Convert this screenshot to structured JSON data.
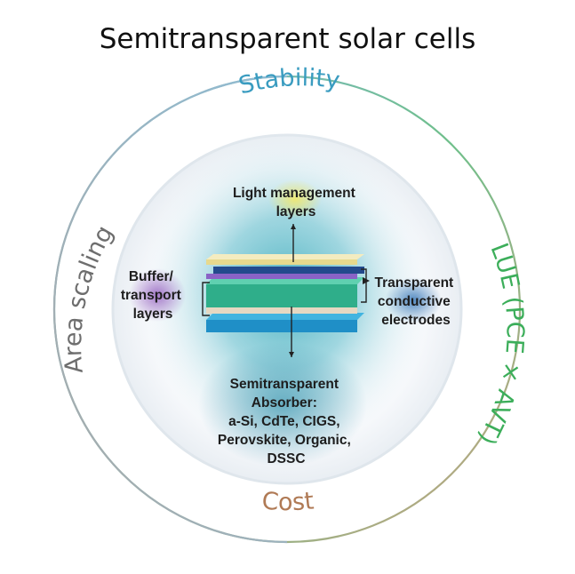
{
  "title": "Semitransparent solar cells",
  "outer_labels": {
    "stability": "Stability",
    "lue": "LUE (PCE × AVT)",
    "cost": "Cost",
    "area_scaling": "Area scaling"
  },
  "colors": {
    "stability": "#3a9cc0",
    "lue": "#3cae5a",
    "cost": "#b07a55",
    "area_scaling": "#6e6e6e"
  },
  "inner_labels": {
    "light_management": [
      "Light management",
      "layers"
    ],
    "buffer": [
      "Buffer/",
      "transport",
      "layers"
    ],
    "tce": [
      "Transparent",
      "conductive",
      "electrodes"
    ],
    "absorber": [
      "Semitransparent",
      "Absorber:",
      "a-Si, CdTe, CIGS,",
      "Perovskite, Organic,",
      "DSSC"
    ]
  }
}
